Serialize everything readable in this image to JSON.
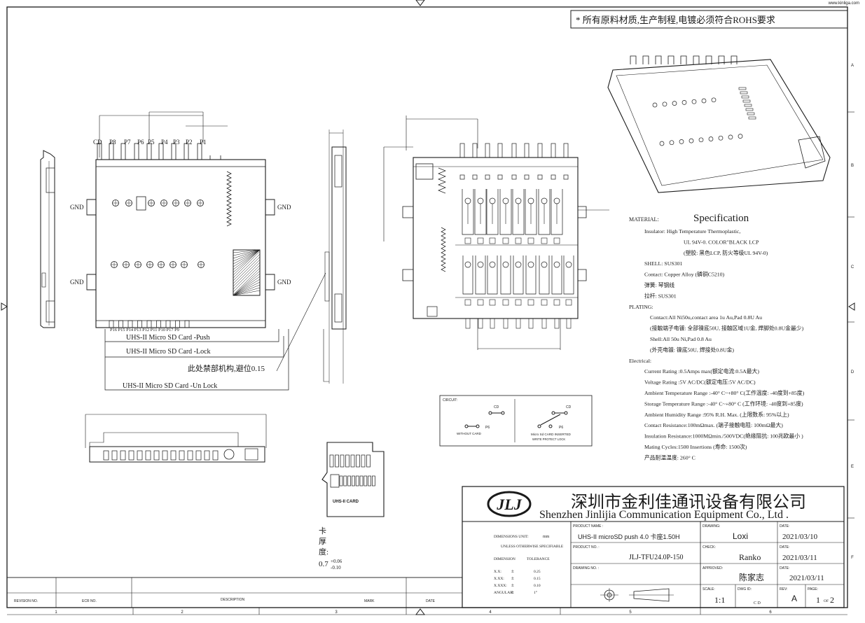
{
  "corner_url": "www.kinliga.com",
  "header_note": "* 所有原料材质,生产制程,电镀必须符合ROHS要求",
  "pin_labels": [
    "CD",
    "P8",
    "P7",
    "P6",
    "P5",
    "P4",
    "P3",
    "P2",
    "P1"
  ],
  "bottom_pin_labels": "P16 P15 P14 P13 P12 P11 P10 P17 P9",
  "gnd_label": "GND",
  "card_positions": [
    "UHS-II Micro SD Card -Push",
    "UHS-II Micro SD Card -Lock",
    "UHS-II Micro SD Card -Un Lock"
  ],
  "callout_note": "此处禁部机构,避位0.15",
  "card_label": "UHS-II CARD",
  "thickness_label": [
    "卡",
    "厚",
    "度:"
  ],
  "thickness_value": "0.7",
  "thickness_tol_plus": "+0.06",
  "thickness_tol_minus": "-0.10",
  "spec": {
    "material_label": "MATERIAL:",
    "title": "Specification",
    "lines": [
      {
        "indent": 1,
        "text": "Insulator: High Temperature Thermoplastic,"
      },
      {
        "indent": 3,
        "text": "UL 94V-0. COLOR\"BLACK LCP"
      },
      {
        "indent": 3,
        "text": "(塑胶: 黑色LCP, 防火等级UL 94V-0)"
      },
      {
        "indent": 1,
        "text": "SHELL: SUS301"
      },
      {
        "indent": 1,
        "text": "Contact: Copper Alloy (磷铜C5210)"
      },
      {
        "indent": 1,
        "text": "弹簧: 琴钢线"
      },
      {
        "indent": 1,
        "text": "拉杆: SUS301"
      },
      {
        "indent": 0,
        "text": "PLATING:"
      },
      {
        "indent": 2,
        "text": "Contact:All Ni50u,contact area 1u Au,Pad 0.8U Au"
      },
      {
        "indent": 2,
        "text": "(接触端子电镀: 全部镍底50U, 接触区域1U金, 焊脚处0.8U金最少)"
      },
      {
        "indent": 2,
        "text": "Shell:All 50u Ni,Pad 0.8 Au"
      },
      {
        "indent": 2,
        "text": "(外壳电镀: 镍底50U, 焊接处0.8U金)"
      },
      {
        "indent": 0,
        "text": "Electrical:"
      },
      {
        "indent": 1,
        "text": "Current Rating :0.5Amps max(额定电流:0.5A最大)"
      },
      {
        "indent": 1,
        "text": "Voltage Rating :5V AC/DC(额定电压:5V AC/DC)"
      },
      {
        "indent": 1,
        "text": "Ambient Temperature Range :-40° C~+80° C(工作温度: -40度到+85度)"
      },
      {
        "indent": 1,
        "text": "Storage Temperature Range :-40° C~+80° C (工作环境: -40度到+85度)"
      },
      {
        "indent": 1,
        "text": "Ambient Humidity Range :95% R.H. Max. (上限数系: 95%以上)"
      },
      {
        "indent": 1,
        "text": "Contact Resistance:100mΩmax. (端子接触电阻: 100mΩ最大)"
      },
      {
        "indent": 1,
        "text": "Insulation Resistance:1000MΩmin./500VDC(绝缘阻抗: 100兆欧最小 )"
      },
      {
        "indent": 1,
        "text": "Mating Cycles:1500 Insertions (寿命: 1500次)"
      },
      {
        "indent": 1,
        "text": "产品耐温温度: 260° C"
      }
    ]
  },
  "circuit": {
    "label": "CIRCUIT:",
    "cd": "CD",
    "p6": "P6",
    "without_card": "WITHOUT CARD",
    "inserted_line1": "Micro Sd CARD INSERTED",
    "inserted_line2": "WRITE PROTECT LOCK"
  },
  "title_block": {
    "company_cn": "深圳市金利佳通讯设备有限公司",
    "company_en": "Shenzhen Jinlijia Communication Equipment Co., Ltd .",
    "logo_text": "JLJ",
    "dimensions_unit_label": "DIMENSIONS UNIT:",
    "dimensions_unit": "mm",
    "unless_note": "UNLESS OTHERWISE SPECIFIABLE",
    "tolerance_header": [
      "DIMENSION",
      "TOLERANCE"
    ],
    "tolerances": [
      {
        "dim": "X.X:",
        "sign": "±",
        "val": "0.25"
      },
      {
        "dim": "X.XX:",
        "sign": "±",
        "val": "0.15"
      },
      {
        "dim": "X.XXX:",
        "sign": "±",
        "val": "0.10"
      },
      {
        "dim": "ANGULAR:",
        "sign": "±",
        "val": "1°"
      }
    ],
    "product_name_label": "PRODUCT NAME :",
    "product_name": "UHS-II microSD push 4.0 卡座1.50H",
    "product_no_label": "PRODUCT NO. :",
    "product_no": "JLJ-TFU24.0P-150",
    "drawing_no_label": "DRAWING NO. :",
    "drawing_label": "DRAWING:",
    "drawing_by": "Loxi",
    "check_label": "CHECK:",
    "check_by": "Ranko",
    "approved_label": "APPROVED:",
    "approved_by": "陈家志",
    "date_label": "DATE:",
    "date1": "2021/03/10",
    "date2": "2021/03/11",
    "date3": "2021/03/11",
    "scale_label": "SCALE:",
    "scale": "1:1",
    "dwg_id_label": "DWG ID:",
    "dwg_id": "C D",
    "rev_label": "REV:",
    "rev": "A",
    "page_label": "PAGE:",
    "page": "1",
    "page_of": "OF",
    "page_total": "2"
  },
  "revision_table": {
    "headers": [
      "REVISION NO.",
      "ECR NO.",
      "DESCRIPTION",
      "MARK",
      "DATE"
    ]
  },
  "border": {
    "columns": [
      "1",
      "2",
      "3",
      "4",
      "5",
      "6"
    ],
    "rows": [
      "A",
      "B",
      "C",
      "D",
      "E",
      "F"
    ]
  }
}
